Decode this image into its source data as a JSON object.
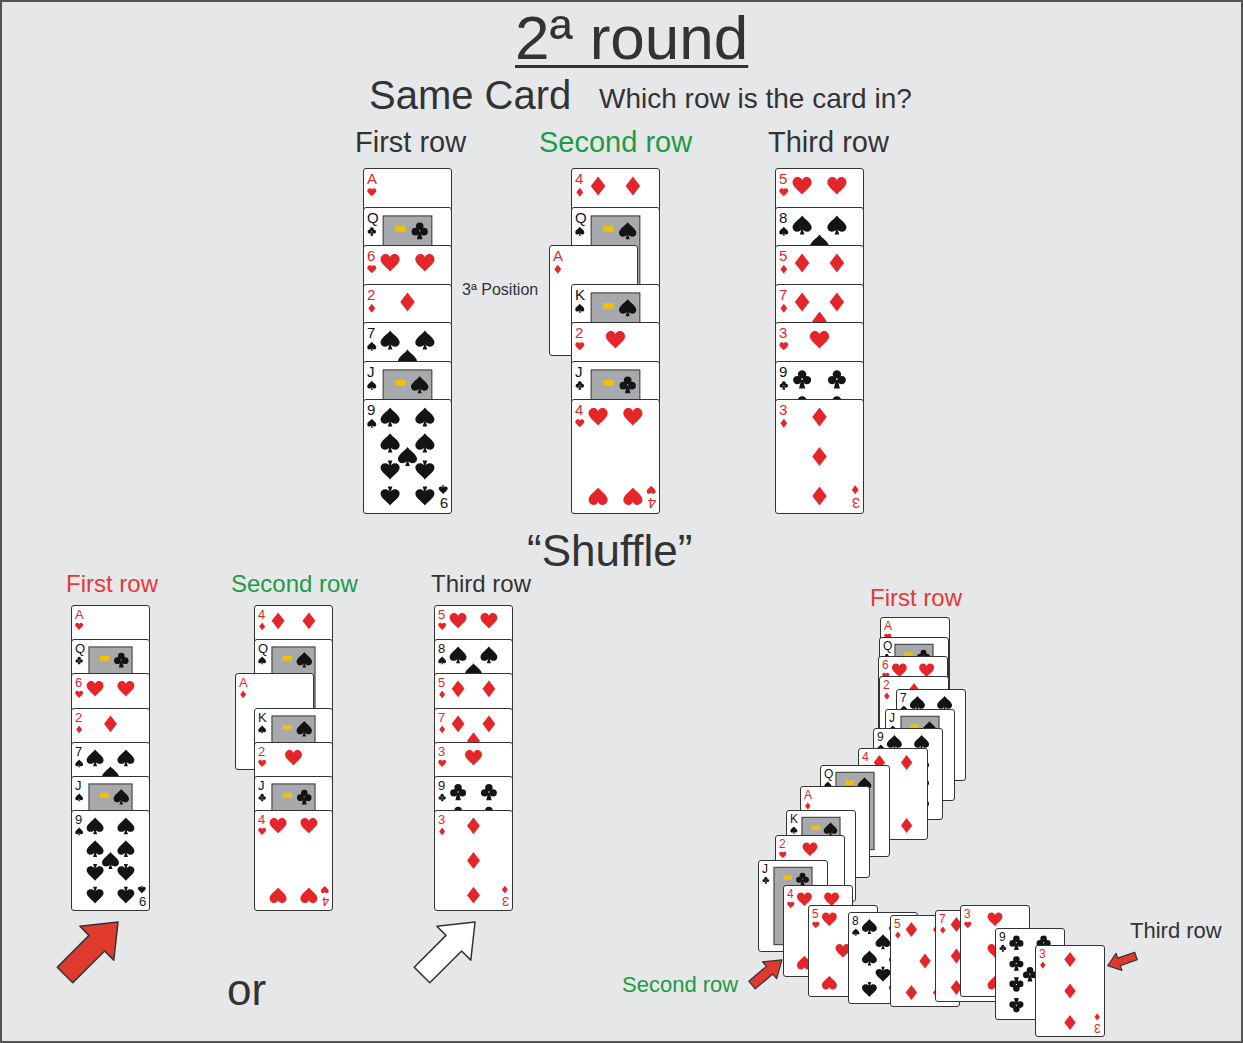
{
  "diagram": {
    "title": "2ª round",
    "nodes": [
      {
        "text": [
          "A"
        ]
      },
      {
        "text": [
          "Q"
        ]
      },
      {
        "text": [
          "6"
        ]
      },
      {
        "text": [
          "2"
        ]
      },
      {
        "text": [
          "7"
        ]
      },
      {
        "text": [
          "J"
        ]
      },
      {
        "text": [
          "9",
          "9"
        ]
      },
      {
        "text": [
          "4"
        ]
      },
      {
        "text": [
          "Q"
        ]
      },
      {
        "text": [
          "A"
        ]
      },
      {
        "text": [
          "K"
        ]
      },
      {
        "text": [
          "2"
        ]
      },
      {
        "text": [
          "J"
        ]
      },
      {
        "text": [
          "4",
          "4"
        ]
      },
      {
        "text": [
          "5"
        ]
      },
      {
        "text": [
          "8"
        ]
      },
      {
        "text": [
          "5"
        ]
      },
      {
        "text": [
          "7"
        ]
      },
      {
        "text": [
          "3"
        ]
      },
      {
        "text": [
          "9"
        ]
      },
      {
        "text": [
          "3",
          "3"
        ]
      },
      {
        "text": [
          "A"
        ]
      },
      {
        "text": [
          "Q"
        ]
      },
      {
        "text": [
          "6"
        ]
      },
      {
        "text": [
          "2"
        ]
      },
      {
        "text": [
          "7"
        ]
      },
      {
        "text": [
          "J"
        ]
      },
      {
        "text": [
          "9",
          "9"
        ]
      },
      {
        "text": [
          "4"
        ]
      },
      {
        "text": [
          "Q"
        ]
      },
      {
        "text": [
          "A"
        ]
      },
      {
        "text": [
          "K"
        ]
      },
      {
        "text": [
          "2"
        ]
      },
      {
        "text": [
          "J"
        ]
      },
      {
        "text": [
          "4",
          "4"
        ]
      },
      {
        "text": [
          "5"
        ]
      },
      {
        "text": [
          "8"
        ]
      },
      {
        "text": [
          "5"
        ]
      },
      {
        "text": [
          "7"
        ]
      },
      {
        "text": [
          "3"
        ]
      },
      {
        "text": [
          "9"
        ]
      },
      {
        "text": [
          "3",
          "3"
        ]
      },
      {
        "text": [
          "A"
        ]
      },
      {
        "text": [
          "Q"
        ]
      },
      {
        "text": [
          "6"
        ]
      },
      {
        "text": [
          "2"
        ]
      },
      {
        "text": [
          "7"
        ]
      },
      {
        "text": [
          "J"
        ]
      },
      {
        "text": [
          "9"
        ]
      },
      {
        "text": [
          "4"
        ]
      },
      {
        "text": [
          "Q"
        ]
      },
      {
        "text": [
          "A"
        ]
      },
      {
        "text": [
          "K"
        ]
      },
      {
        "text": [
          "2"
        ]
      },
      {
        "text": [
          "J"
        ]
      },
      {
        "text": [
          "4"
        ]
      },
      {
        "text": [
          "5"
        ]
      },
      {
        "text": [
          "8"
        ]
      },
      {
        "text": [
          "5"
        ]
      },
      {
        "text": [
          "7"
        ]
      },
      {
        "text": [
          "3"
        ]
      },
      {
        "text": [
          "9"
        ]
      },
      {
        "text": [
          "3",
          "3"
        ]
      }
    ],
    "labels": [
      "Same Card",
      "Which row is the card in?",
      "First row",
      "Second row",
      "Third row",
      "3ª Position",
      "“Shuffle”",
      "First row",
      "Second row",
      "Third row",
      "First row",
      "Third row",
      "or",
      "Second row"
    ]
  }
}
